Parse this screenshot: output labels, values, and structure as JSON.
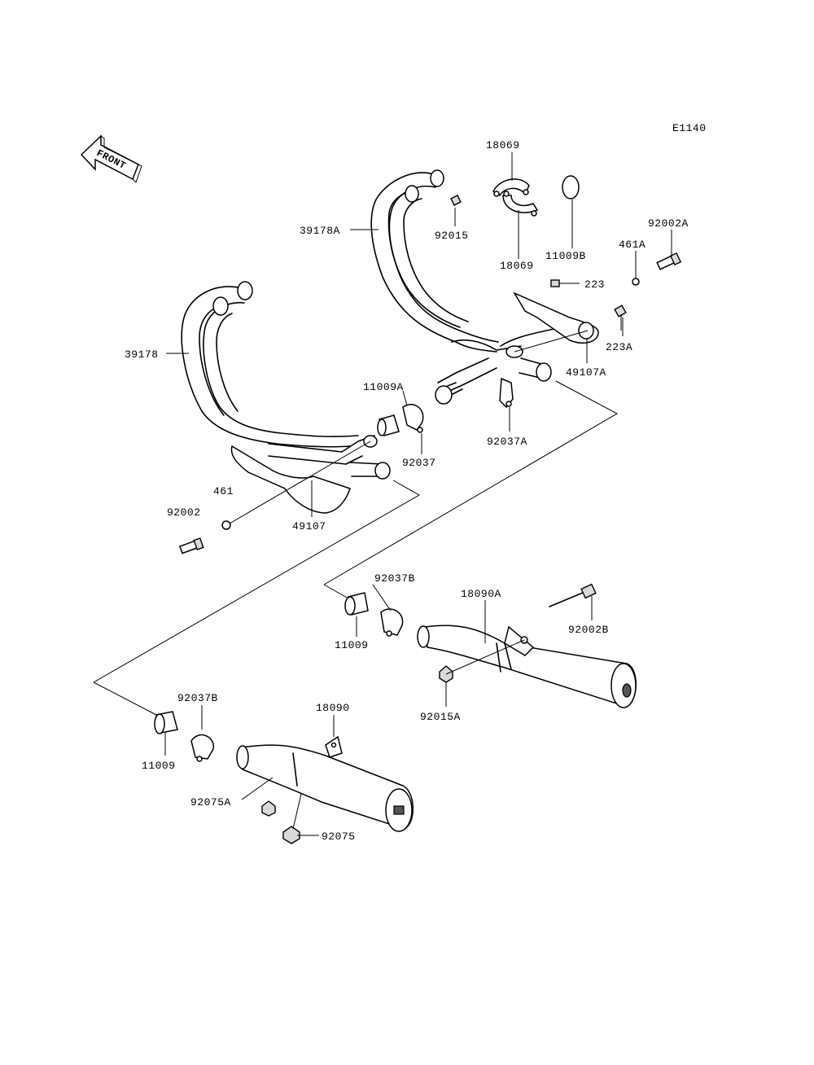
{
  "diagram_code": "E1140",
  "front_arrow_text": "FRONT",
  "labels": {
    "p18069_top": "18069",
    "p18069_bottom": "18069",
    "p92015": "92015",
    "p39178A": "39178A",
    "p11009B": "11009B",
    "p92002A": "92002A",
    "p461A": "461A",
    "p223": "223",
    "p223A": "223A",
    "p49107A": "49107A",
    "p39178": "39178",
    "p11009A": "11009A",
    "p92037": "92037",
    "p92037A": "92037A",
    "p461": "461",
    "p92002": "92002",
    "p49107": "49107",
    "p92037B_right": "92037B",
    "p18090A": "18090A",
    "p92002B": "92002B",
    "p11009_right": "11009",
    "p92015A": "92015A",
    "p92037B_left": "92037B",
    "p18090": "18090",
    "p11009_left": "11009",
    "p92075A": "92075A",
    "p92075": "92075"
  }
}
